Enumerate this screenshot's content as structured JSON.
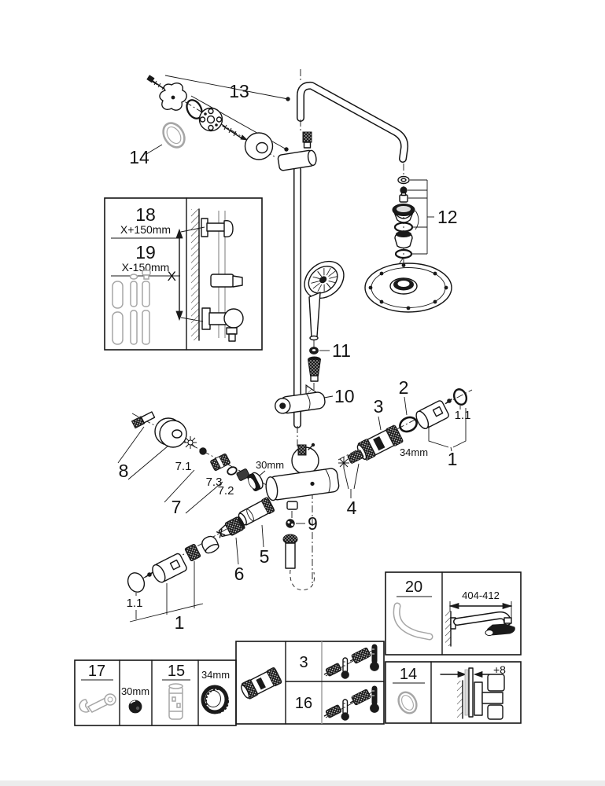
{
  "drawing_type": "exploded-parts-diagram",
  "product": "thermostatic shower system with head and hand shower",
  "colors": {
    "line": "#141414",
    "accessory_gray": "#a6a6a6",
    "background": "#ffffff"
  },
  "callouts": {
    "c13": "13",
    "c14": "14",
    "c12": "12",
    "c11": "11",
    "c10": "10",
    "c9": "9",
    "c8": "8",
    "c7": "7",
    "c71": "7.1",
    "c73": "7.3",
    "c72": "7.2",
    "c6": "6",
    "c5": "5",
    "c4": "4",
    "c3": "3",
    "c2": "2",
    "c1r": "1",
    "c11r": "1.1",
    "c1l": "1",
    "c11l": "1.1",
    "d34": "34mm",
    "d30": "30mm"
  },
  "inset_height": {
    "n18": "18",
    "d18": "X+150mm",
    "n19": "19",
    "d19": "X-150mm",
    "x": "X"
  },
  "inset_arm": {
    "n20": "20",
    "span": "404-412"
  },
  "tools_row": {
    "n17": "17",
    "d30": "30mm",
    "n15": "15",
    "d34": "34mm"
  },
  "variants": {
    "n3": "3",
    "n16": "16"
  },
  "spacer": {
    "n14": "14",
    "d8": "+8"
  }
}
